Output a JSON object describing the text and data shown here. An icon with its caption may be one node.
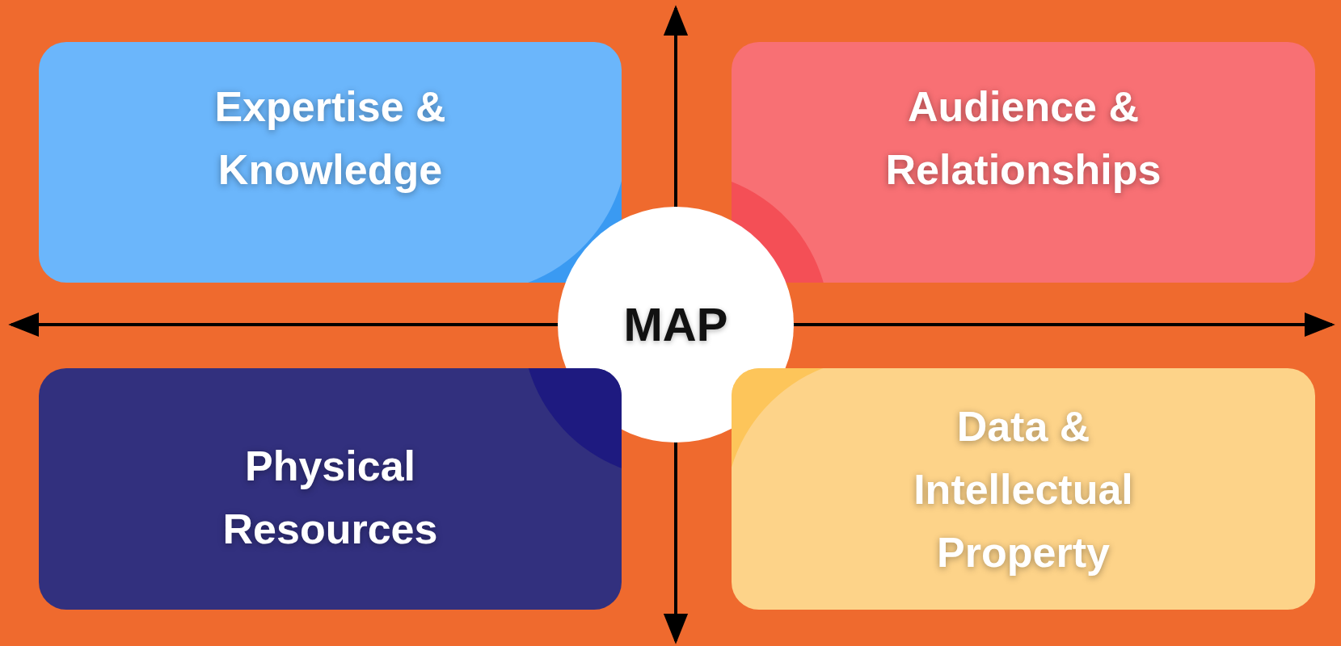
{
  "diagram": {
    "nodes": [
      {
        "text": [
          "Expertise & Knowledge"
        ]
      },
      {
        "text": [
          "Audience & Relationships"
        ]
      },
      {
        "text": [
          "MAP"
        ]
      },
      {
        "text": [
          "Physical Resources"
        ]
      },
      {
        "text": [
          "Data & Intellectual Property"
        ]
      }
    ],
    "edges": []
  }
}
